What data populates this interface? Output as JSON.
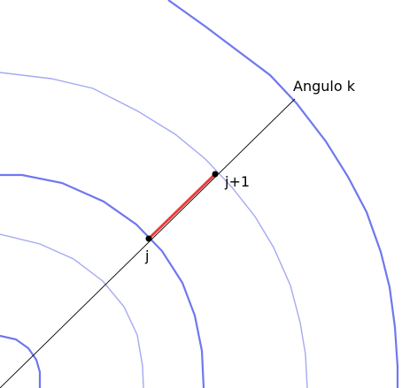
{
  "labels": {
    "angle": "Angulo k",
    "point_upper": "j+1",
    "point_lower": "j"
  },
  "colors": {
    "background": "#ffffff",
    "circle_thick": "#6e78ee",
    "circle_thin": "#a4aaf0",
    "ray": "#000000",
    "segment": "#ee3b3b",
    "point": "#000000"
  }
}
